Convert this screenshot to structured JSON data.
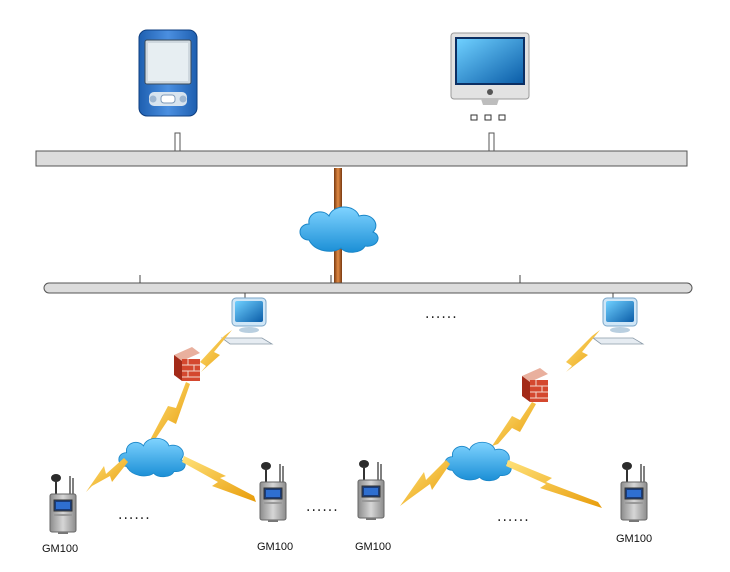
{
  "labels": {
    "device_1": "GM100",
    "device_2": "GM100",
    "device_3": "GM100",
    "device_4": "GM100"
  },
  "ellipsis": {
    "top_middle": "......",
    "left_group": "......",
    "middle": "......",
    "right_group": "......"
  },
  "colors": {
    "bus_fill": "#dcdcdc",
    "bus_stroke": "#555555",
    "link_orange": "#c8692a",
    "cloud_blue": "#2fa8e8",
    "lightning": "#f2b51b",
    "firewall_red": "#c9442c"
  },
  "icons": [
    "pda-icon",
    "desktop-computer-icon",
    "cloud-icon",
    "workstation-icon",
    "firewall-icon",
    "lightning-link-icon",
    "gm100-device-icon"
  ]
}
